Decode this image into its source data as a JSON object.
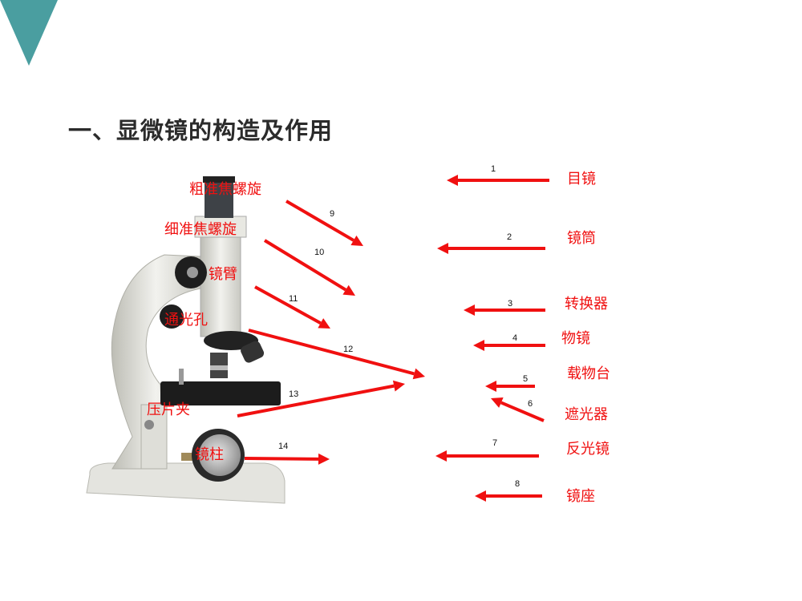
{
  "slide": {
    "title": "一、显微镜的构造及作用",
    "accent_color": "#4a9ea0",
    "label_color": "#f01010"
  },
  "left_labels": [
    "粗准焦螺旋",
    "细准焦螺旋",
    "镜臂",
    "通光孔",
    "压片夹",
    "镜柱"
  ],
  "right_labels": [
    "目镜",
    "镜筒",
    "转换器",
    "物镜",
    "载物台",
    "遮光器",
    "反光镜",
    "镜座"
  ],
  "arrow_numbers": [
    "1",
    "2",
    "3",
    "4",
    "5",
    "6",
    "7",
    "8",
    "9",
    "10",
    "11",
    "12",
    "13",
    "14"
  ]
}
